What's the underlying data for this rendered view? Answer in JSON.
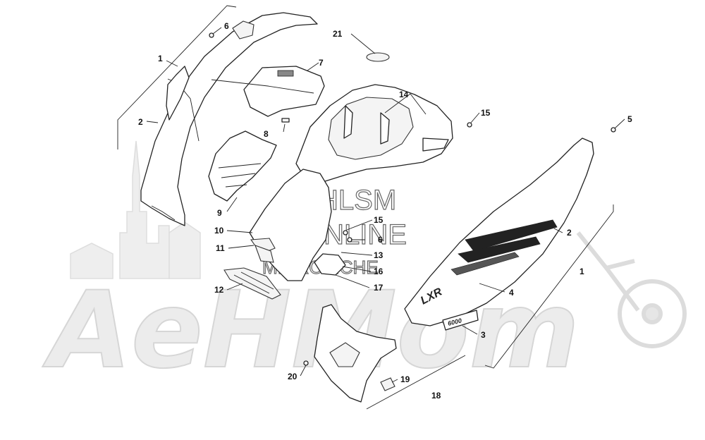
{
  "watermark": {
    "brand": "AeHMom",
    "site_line1": "HLSM",
    "site_line2": "ONLINE",
    "site_line3": "MICROFICHE"
  },
  "decals": {
    "model": "LXR",
    "badge": "6000"
  },
  "callouts": {
    "c1_left": "1",
    "c2_left": "2",
    "c6_top": "6",
    "c7": "7",
    "c8": "8",
    "c9": "9",
    "c10": "10",
    "c11": "11",
    "c12": "12",
    "c21": "21",
    "c14": "14",
    "c15_right": "15",
    "c5": "5",
    "c15_mid": "15",
    "c6_mid": "6",
    "c13": "13",
    "c16": "16",
    "c17": "17",
    "c2_right": "2",
    "c1_right": "1",
    "c4": "4",
    "c3": "3",
    "c20": "20",
    "c19": "19",
    "c18": "18"
  }
}
